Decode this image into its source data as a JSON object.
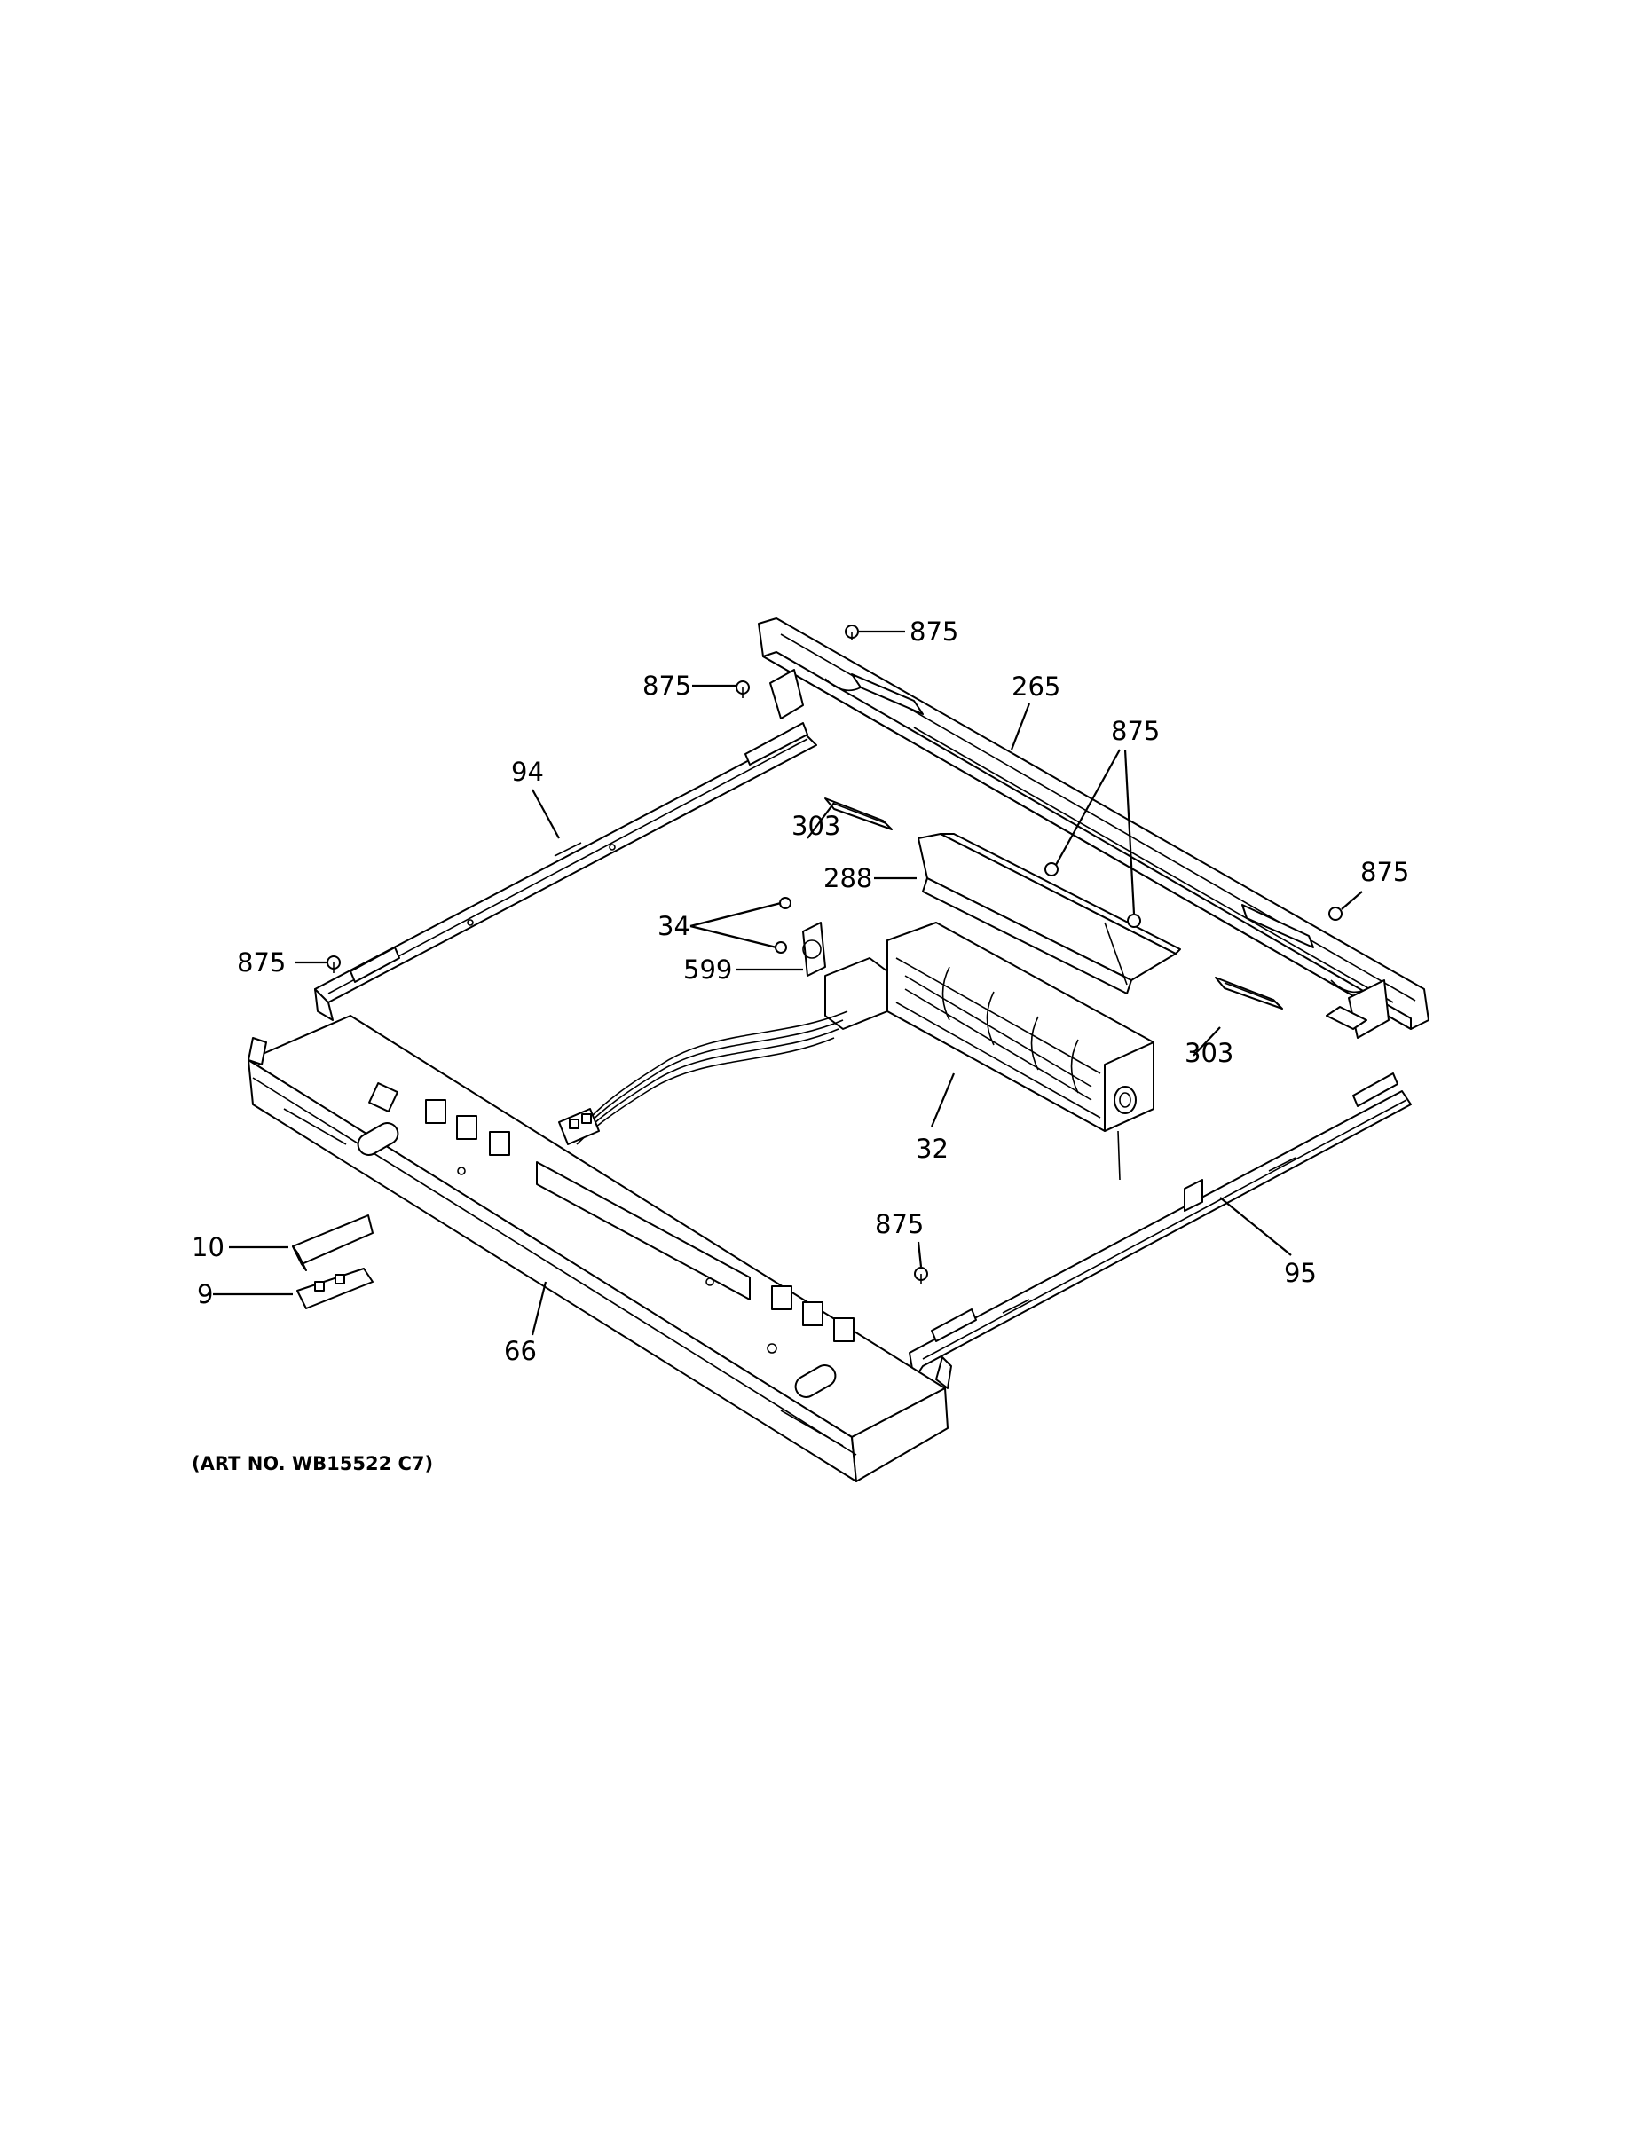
{
  "diagram": {
    "art_number": "(ART NO. WB15522 C7)",
    "callouts": {
      "c875_top": "875",
      "c875_upper_left": "875",
      "c265": "265",
      "c875_center": "875",
      "c94": "94",
      "c303_left": "303",
      "c288": "288",
      "c875_right": "875",
      "c34": "34",
      "c875_left": "875",
      "c599": "599",
      "c303_right": "303",
      "c32": "32",
      "c875_bottom": "875",
      "c10": "10",
      "c95": "95",
      "c9": "9",
      "c66": "66"
    }
  }
}
